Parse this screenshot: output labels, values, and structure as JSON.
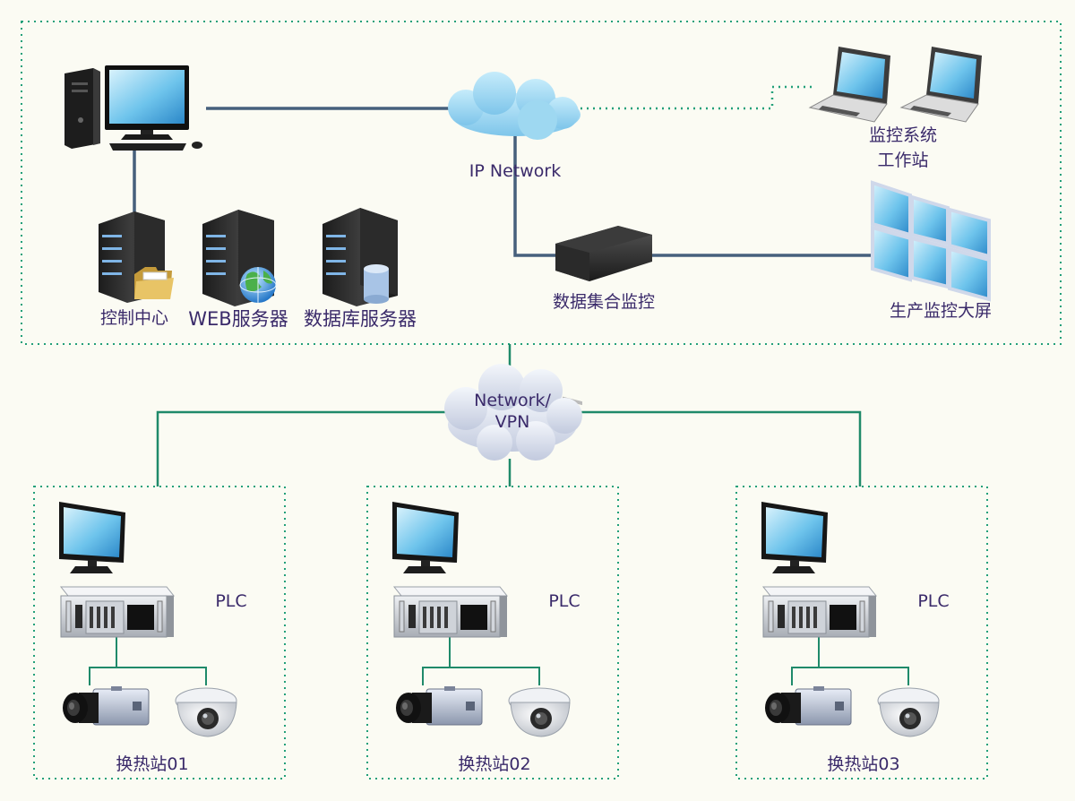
{
  "top_zone": {
    "cloud_label": "IP Network",
    "control_center": "控制中心",
    "web_server": "WEB服务器",
    "db_server": "数据库服务器",
    "data_monitor": "数据集合监控",
    "workstation_line1": "监控系统",
    "workstation_line2": "工作站",
    "big_screen": "生产监控大屏"
  },
  "vpn_cloud": {
    "line1": "Network/",
    "line2": "VPN"
  },
  "stations": [
    {
      "plc": "PLC",
      "name": "换热站01"
    },
    {
      "plc": "PLC",
      "name": "换热站02"
    },
    {
      "plc": "PLC",
      "name": "换热站03"
    }
  ],
  "colors": {
    "zone_border": "#23a07a",
    "top_link": "#46607c",
    "vpn_link": "#1f8a6a",
    "label_text": "#3a2a6a",
    "cloud_blue": "#8fd0ee",
    "cloud_gray": "#cdd6e6"
  },
  "icons": [
    "desktop-computer-icon",
    "laptop-icon",
    "server-icon",
    "folder-icon",
    "globe-icon",
    "database-icon",
    "storage-box-icon",
    "video-wall-icon",
    "monitor-icon",
    "industrial-pc-icon",
    "box-camera-icon",
    "dome-camera-icon",
    "cloud-icon"
  ]
}
